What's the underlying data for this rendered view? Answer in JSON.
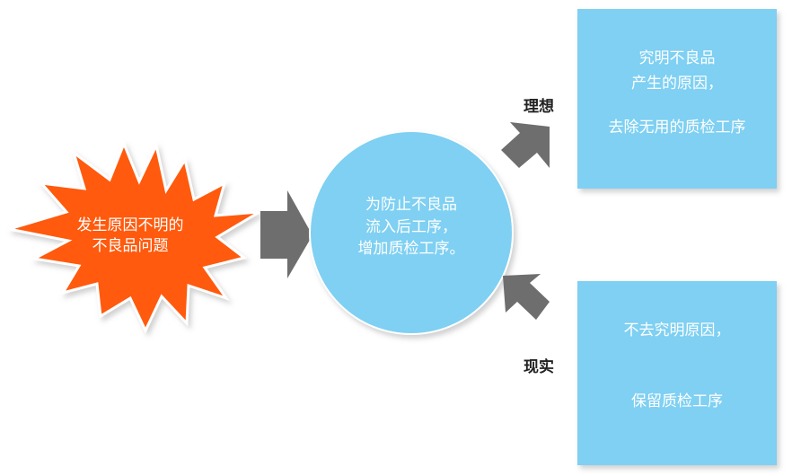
{
  "burst": {
    "line1": "发生原因不明的",
    "line2": "不良品问题"
  },
  "circle": {
    "line1": "为防止不良品",
    "line2": "流入后工序，",
    "line3": "增加质检工序。"
  },
  "ideal": {
    "label": "理想",
    "line1": "究明不良品",
    "line2": "产生的原因，",
    "line3": "去除无用的质检工序"
  },
  "reality": {
    "label": "现实",
    "line1": "不去究明原因，",
    "line2": "保留质检工序"
  },
  "colors": {
    "burst_fill": "#ff5a0f",
    "burst_outline": "#ffffff",
    "circle_fill": "#7fd0f2",
    "box_fill": "#7fd0f2",
    "arrow_fill": "#6e6e6e"
  }
}
